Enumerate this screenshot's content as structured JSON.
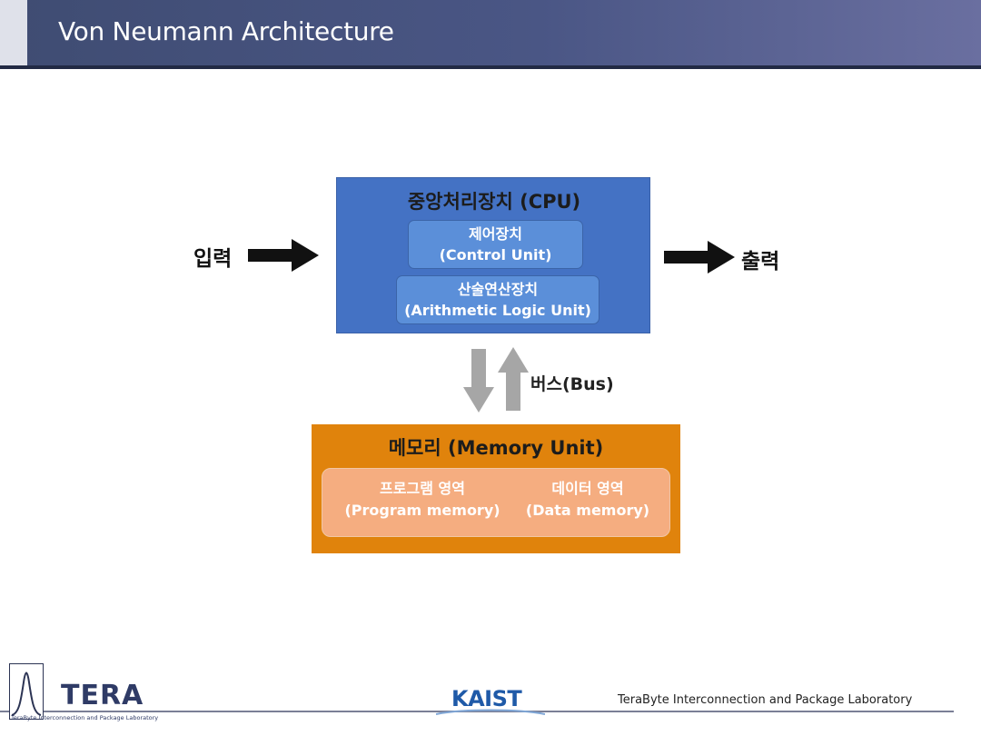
{
  "header": {
    "title": "Von Neumann Architecture"
  },
  "cpu": {
    "title": "중앙처리장치 (CPU)",
    "control_unit": {
      "korean": "제어장치",
      "english": "(Control Unit)"
    },
    "alu": {
      "korean": "산술연산장치",
      "english": "(Arithmetic Logic Unit)"
    }
  },
  "io": {
    "input": "입력",
    "output": "출력"
  },
  "bus": {
    "label": "버스(Bus)"
  },
  "memory": {
    "title": "메모리 (Memory Unit)",
    "program": {
      "korean": "프로그램 영역",
      "english": "(Program memory)"
    },
    "data": {
      "korean": "데이터 영역",
      "english": "(Data memory)"
    }
  },
  "footer": {
    "logo_text": "TERA",
    "logo_subtext": "TeraByte Interconnection and Package Laboratory",
    "kaist": "KAIST",
    "lab_name": "TeraByte Interconnection and Package Laboratory"
  },
  "colors": {
    "header": "#4a5685",
    "cpu": "#4472c4",
    "cpu_sub": "#5b8fd9",
    "memory": "#e0830c",
    "memory_inner": "#f5ad80",
    "kaist": "#1f5aa8"
  }
}
